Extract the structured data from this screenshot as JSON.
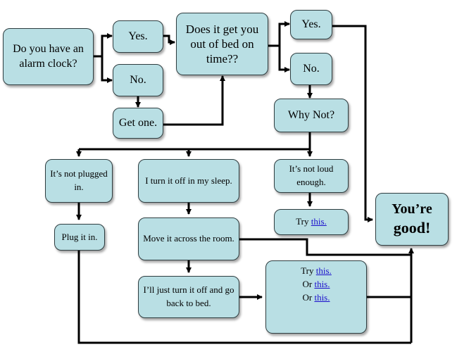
{
  "colors": {
    "node_fill": "#b9dfe4",
    "node_border": "#2e3d40",
    "connector": "#000000",
    "link": "#1a0dcc"
  },
  "nodes": {
    "alarm": {
      "text": "Do you have an alarm clock?"
    },
    "yes1": {
      "text": "Yes."
    },
    "no1": {
      "text": "No."
    },
    "get_one": {
      "text": "Get one."
    },
    "on_time": {
      "text": "Does it get you out of bed on time??"
    },
    "yes2": {
      "text": "Yes."
    },
    "no2": {
      "text": "No."
    },
    "why_not": {
      "text": "Why Not?"
    },
    "not_plugged": {
      "text": "It’s not plugged in."
    },
    "sleep": {
      "text": "I turn it off in my sleep."
    },
    "not_loud": {
      "text": "It’s not loud enough."
    },
    "plug": {
      "text": "Plug it in."
    },
    "move": {
      "text": "Move it across the room."
    },
    "try_one": {
      "prefix": "Try ",
      "link": "this."
    },
    "just_off": {
      "text": "I’ll just turn it off and go back to bed."
    },
    "try_three": {
      "line1_prefix": "Try ",
      "line1_link": "this.",
      "line2_prefix": "Or ",
      "line2_link": "this.",
      "line3_prefix": "Or ",
      "line3_link": "this."
    },
    "good": {
      "line1": "You’re",
      "line2": "good!"
    }
  }
}
